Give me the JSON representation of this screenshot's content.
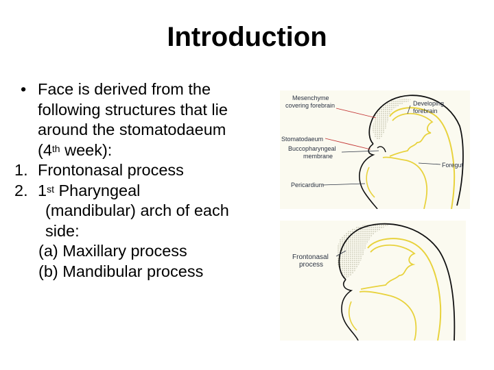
{
  "title": "Introduction",
  "intro": {
    "bullet": "•",
    "line1": "Face is derived from the",
    "line2": "following structures that lie",
    "line3": "around the stomatodaeum",
    "line4_pre": "(4",
    "line4_sup": "th",
    "line4_post": " week):"
  },
  "items": [
    {
      "number": "1.",
      "text": "Frontonasal process"
    },
    {
      "number": "2.",
      "pre": "1",
      "sup": "st",
      "post": " Pharyngeal",
      "cont1": "(mandibular) arch of each",
      "cont2": "side:"
    }
  ],
  "sub_items": [
    "(a) Maxillary process",
    "(b) Mandibular process"
  ],
  "figure_top": {
    "labels": {
      "mesenchyme_1": "Mesenchyme",
      "mesenchyme_2": "covering forebrain",
      "developing_1": "Developing",
      "developing_2": "forebrain",
      "stomatodaeum": "Stomatodaeum",
      "bucco_1": "Buccopharyngeal",
      "bucco_2": "membrane",
      "foregut": "Foregut",
      "pericardium": "Pericardium"
    }
  },
  "figure_bottom": {
    "labels": {
      "frontonasal_1": "Frontonasal",
      "frontonasal_2": "process"
    }
  },
  "colors": {
    "outline": "#111111",
    "tube": "#e8d23c",
    "mesenchyme": "#8a8a6a",
    "paper": "#fbfaf0",
    "label": "#2a3242"
  }
}
